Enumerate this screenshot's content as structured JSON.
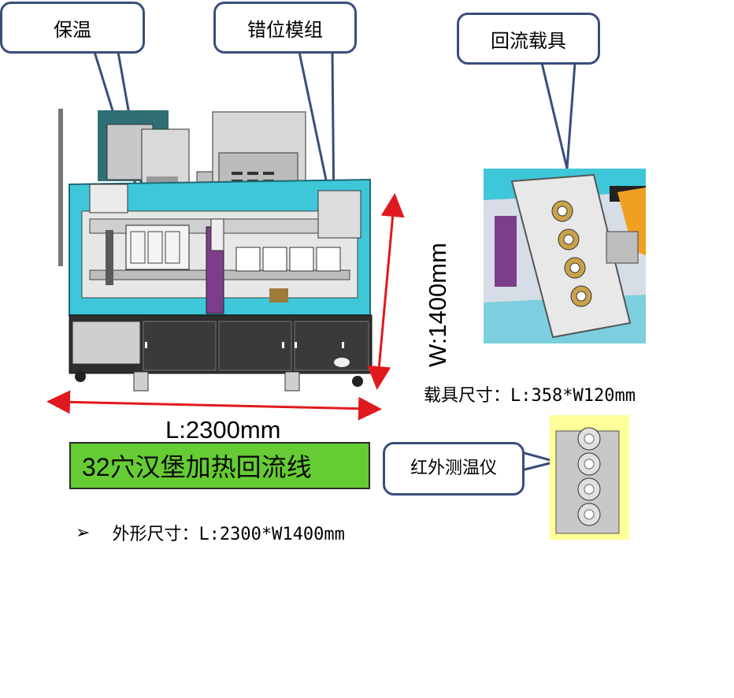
{
  "callouts": {
    "insulation": "保温",
    "misalign_module": "错位模组",
    "reflow_carrier": "回流载具",
    "ir_thermometer": "红外测温仪"
  },
  "dimensions": {
    "length": "L:2300mm",
    "width": "W:1400mm"
  },
  "carrier_size": "载具尺寸：L:358*W120mm",
  "product_title": "32穴汉堡加热回流线",
  "bullet": {
    "symbol": "➢",
    "text": "外形尺寸：L:2300*W1400mm"
  },
  "colors": {
    "callout_border": "#3a4d7c",
    "dimension_arrow": "#e0191f",
    "title_bg": "#66cc33",
    "sensor_bg": "#ffff99",
    "machine_frame": "#3ec7d8"
  }
}
